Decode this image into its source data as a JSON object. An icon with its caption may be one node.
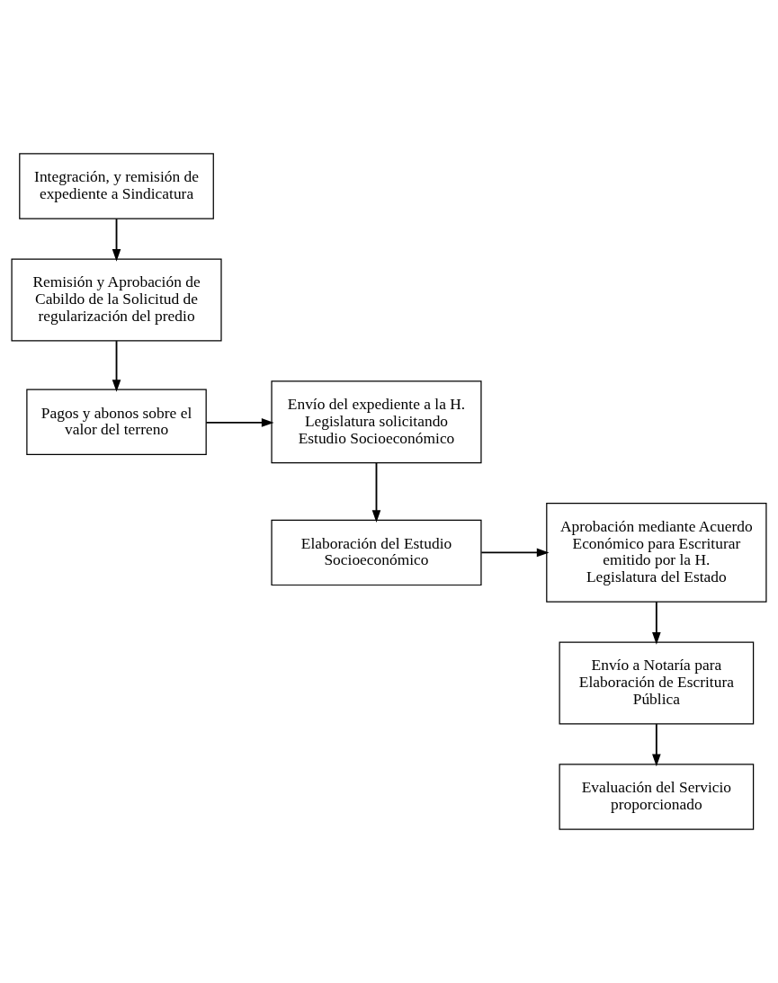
{
  "diagram": {
    "nodes": [
      {
        "text": [
          "Integración, y remisión de expediente a Sindicatura"
        ]
      },
      {
        "text": [
          "Remisión y Aprobación de Cabildo de la Solicitud de regularización del predio"
        ]
      },
      {
        "text": [
          "Pagos y abonos sobre el valor del terreno"
        ]
      },
      {
        "text": [
          "Envío del expediente a la H. Legislatura solicitando Estudio Socioeconómico"
        ]
      },
      {
        "text": [
          "Aprobación mediante Acuerdo Económico para Escriturar emitido por la H. Legislatura del Estado"
        ]
      },
      {
        "text": [
          "Elaboración del Estudio Socioeconómico"
        ]
      },
      {
        "text": [
          "Envío a Notaría para Elaboración de Escritura Pública"
        ]
      },
      {
        "text": [
          "Evaluación del Servicio proporcionado"
        ]
      }
    ],
    "edges": [
      {
        "from": 0,
        "to": 1,
        "arrow": "to"
      },
      {
        "from": 1,
        "to": 2,
        "arrow": "to"
      },
      {
        "from": 2,
        "to": 3,
        "arrow": "to"
      },
      {
        "from": 3,
        "to": 5,
        "arrow": "to"
      },
      {
        "from": 5,
        "to": 4,
        "arrow": "to"
      },
      {
        "from": 4,
        "to": 6,
        "arrow": "to"
      },
      {
        "from": 6,
        "to": 7,
        "arrow": "to"
      }
    ]
  }
}
